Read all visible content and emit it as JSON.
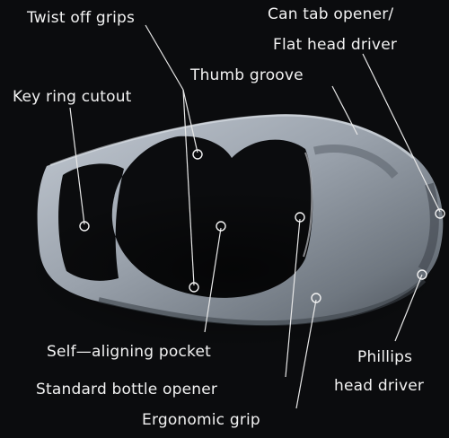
{
  "diagram": {
    "labels": {
      "twist_off_grips": "Twist off grips",
      "can_tab_opener_line1": "Can tab opener/",
      "can_tab_opener_line2": "Flat head driver",
      "thumb_groove": "Thumb groove",
      "key_ring_cutout": "Key ring cutout",
      "self_aligning_pocket": "Self—aligning pocket",
      "standard_bottle_opener": "Standard bottle opener",
      "ergonomic_grip": "Ergonomic grip",
      "phillips_line1": "Phillips",
      "phillips_line2": "head driver"
    },
    "colors": {
      "background": "#0b0c0e",
      "metal_light": "#b4bcc6",
      "metal_mid": "#8b939d",
      "metal_dark": "#4e555e",
      "text": "#f2f2f2",
      "leader_line": "#e8e8e8"
    }
  }
}
